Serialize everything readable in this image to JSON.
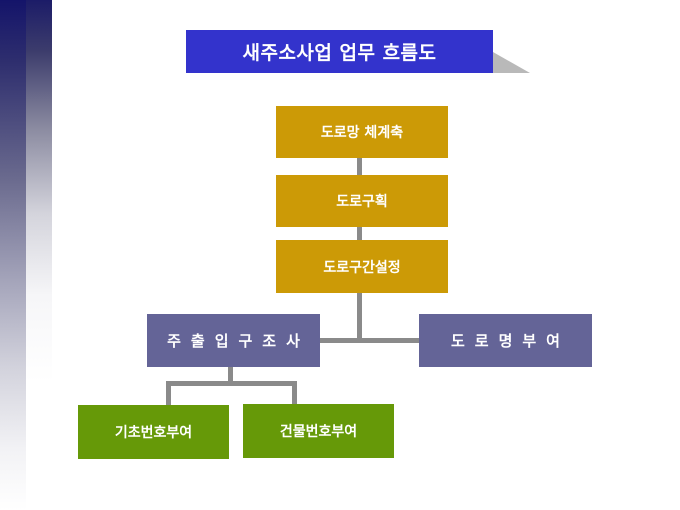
{
  "title": "새주소사업 업무 흐름도",
  "colors": {
    "title_bg": "#3333cc",
    "step_bg": "#cc9a06",
    "branch_bg": "#646497",
    "leaf_bg": "#669908",
    "connector": "#8a8a8a"
  },
  "flow": {
    "steps": [
      {
        "label": "도로망 체계축"
      },
      {
        "label": "도로구획"
      },
      {
        "label": "도로구간설정"
      }
    ],
    "branches": [
      {
        "label": "주출입구조사"
      },
      {
        "label": "도로명부여"
      }
    ],
    "leaves": [
      {
        "label": "기초번호부여"
      },
      {
        "label": "건물번호부여"
      }
    ]
  }
}
